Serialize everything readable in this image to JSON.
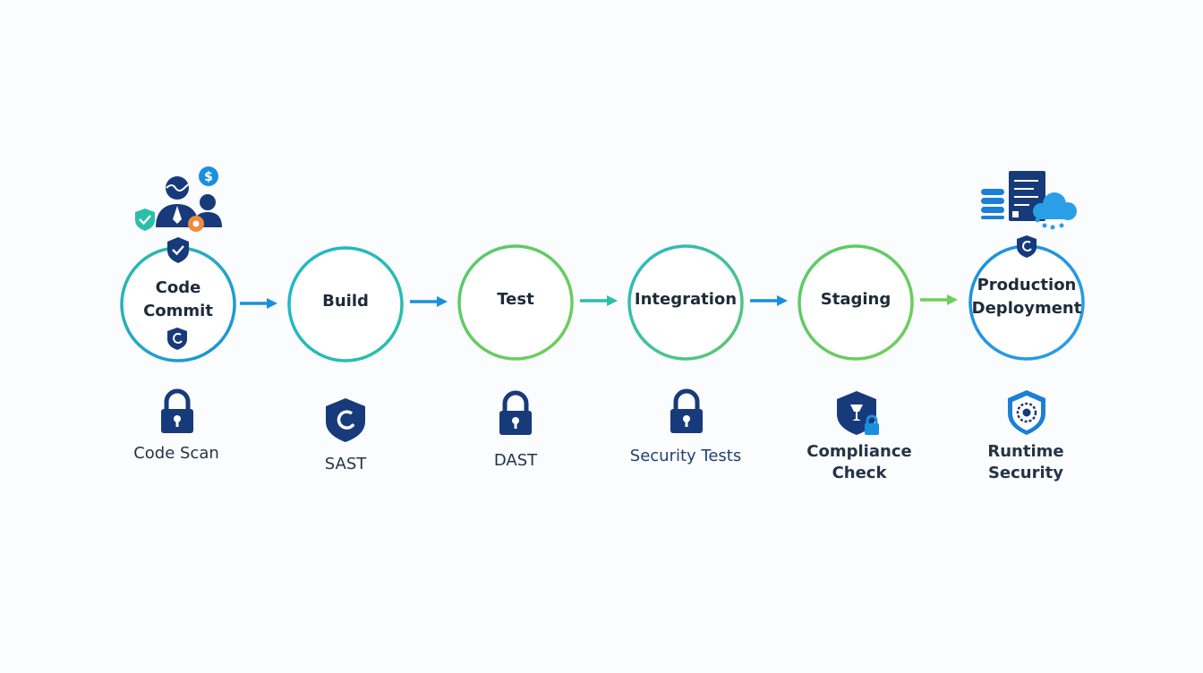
{
  "colors": {
    "navy": "#173a7a",
    "blue": "#1a8fe0",
    "teal": "#2bbfa8",
    "green": "#6fcf5a",
    "orange": "#f08a3c",
    "background": "#fbfcfd"
  },
  "stages": [
    {
      "label": "Code\nCommit",
      "ring": "blue-teal",
      "icons": [
        "developer-icon",
        "shield-check-icon",
        "refresh-badge-icon"
      ]
    },
    {
      "label": "Build",
      "ring": "teal"
    },
    {
      "label": "Test",
      "ring": "green"
    },
    {
      "label": "Integration",
      "ring": "teal-green"
    },
    {
      "label": "Staging",
      "ring": "green"
    },
    {
      "label": "Production\nDeployment",
      "ring": "blue",
      "icons": [
        "database-icon",
        "server-icon",
        "cloud-icon",
        "refresh-badge-icon"
      ]
    }
  ],
  "security": [
    {
      "label": "Code Scan",
      "icon": "lock-icon"
    },
    {
      "label": "SAST",
      "icon": "shield-refresh-icon"
    },
    {
      "label": "DAST",
      "icon": "lock-icon"
    },
    {
      "label": "Security Tests",
      "icon": "lock-icon"
    },
    {
      "label": "Compliance\nCheck",
      "icon": "shield-trophy-lock-icon"
    },
    {
      "label": "Runtime\nSecurity",
      "icon": "shield-gear-icon"
    }
  ],
  "arrows": [
    "arrow-right-icon",
    "arrow-right-icon",
    "arrow-right-icon",
    "arrow-right-icon",
    "arrow-right-icon"
  ]
}
